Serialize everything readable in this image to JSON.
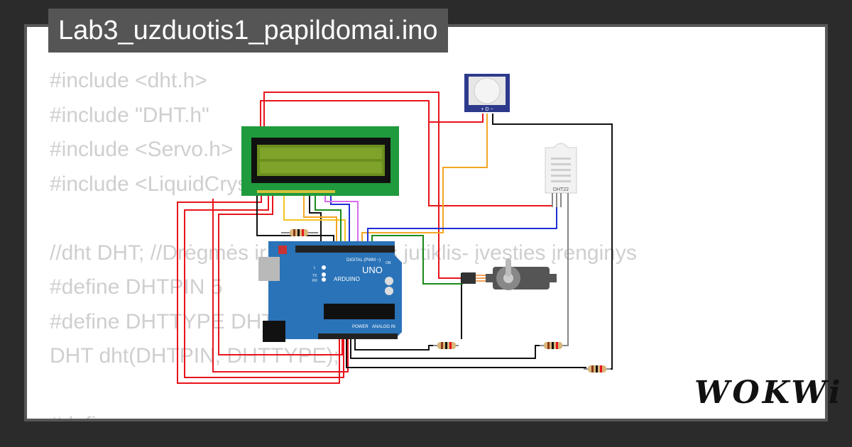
{
  "project": {
    "filename": "Lab3_uzduotis1_papildomai.ino"
  },
  "code_lines": [
    "#include <dht.h>",
    "#include \"DHT.h\"",
    "#include <Servo.h>",
    "#include <LiquidCrystal_I2C.h>",
    "",
    "//dht DHT; //Drėgmės ir temperatūros jutiklis- įvesties įrenginys",
    "#define DHTPIN 5",
    "#define DHTTYPE DHT22",
    "DHT dht(DHTPIN, DHTTYPE);",
    "",
    "#define ..."
  ],
  "board": {
    "brand": "ARDUINO",
    "model": "UNO",
    "digital_label": "DIGITAL (PWM ~)",
    "power_label": "POWER",
    "analog_label": "ANALOG IN",
    "on_label": "ON",
    "tx_label": "TX",
    "rx_label": "RX",
    "l_label": "L"
  },
  "sensor": {
    "label": "DHT22"
  },
  "pir": {
    "pins": "+ D −"
  },
  "brand": {
    "logo": "WOKWi"
  },
  "colors": {
    "background": "#2b2b2b",
    "card_border": "#575757",
    "code_text": "#cfcfcf",
    "wire_red": "#e8141c",
    "wire_black": "#111111",
    "wire_orange": "#f5a623",
    "wire_blue": "#1f2fd6",
    "wire_green": "#1a8a1a",
    "wire_violet": "#d86bf0",
    "board_blue": "#2a73b8",
    "lcd_green": "#1f9a3c"
  }
}
